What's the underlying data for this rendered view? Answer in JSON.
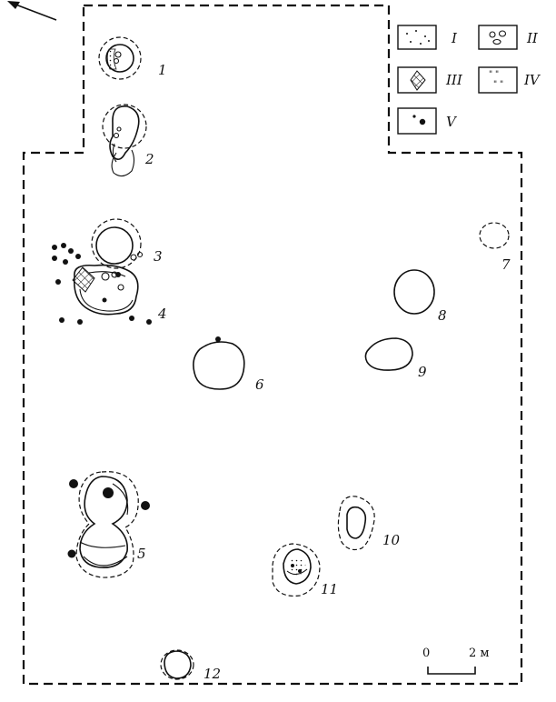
{
  "legend": [
    {
      "key": "I",
      "pattern": "dotted-fill"
    },
    {
      "key": "II",
      "pattern": "pebbles"
    },
    {
      "key": "III",
      "pattern": "crosshatch"
    },
    {
      "key": "IV",
      "pattern": "marks"
    },
    {
      "key": "V",
      "pattern": "post-hole"
    }
  ],
  "features": [
    {
      "id": "1",
      "label": "1"
    },
    {
      "id": "2",
      "label": "2"
    },
    {
      "id": "3",
      "label": "3"
    },
    {
      "id": "4",
      "label": "4"
    },
    {
      "id": "5",
      "label": "5"
    },
    {
      "id": "6",
      "label": "6"
    },
    {
      "id": "7",
      "label": "7"
    },
    {
      "id": "8",
      "label": "8"
    },
    {
      "id": "9",
      "label": "9"
    },
    {
      "id": "10",
      "label": "10"
    },
    {
      "id": "11",
      "label": "11"
    },
    {
      "id": "12",
      "label": "12"
    }
  ],
  "scale_bar": {
    "start_label": "0",
    "end_label": "2 м"
  },
  "north_arrow": {
    "icon": "arrow-icon"
  }
}
